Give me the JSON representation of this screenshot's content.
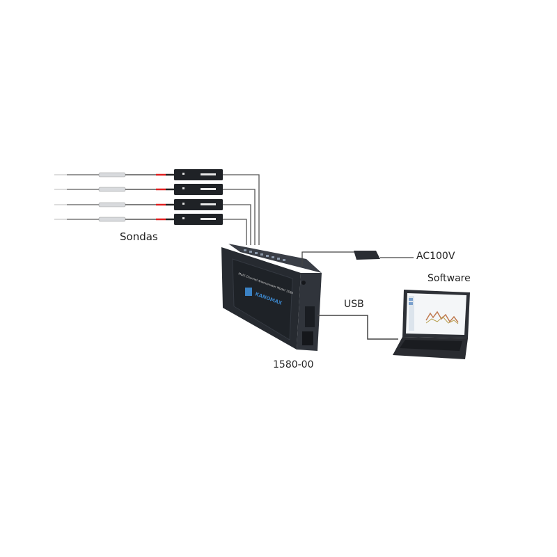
{
  "labels": {
    "probes": "Sondas",
    "power": "AC100V",
    "software": "Software",
    "usb": "USB",
    "model": "1580-00"
  },
  "device": {
    "brand_logo": "KANOMAX",
    "front_text": "Multi-Channel Anemometer Model 1580"
  },
  "colors": {
    "device_body": "#2a2d33",
    "cable": "#444444",
    "probe_red": "#e02020"
  }
}
